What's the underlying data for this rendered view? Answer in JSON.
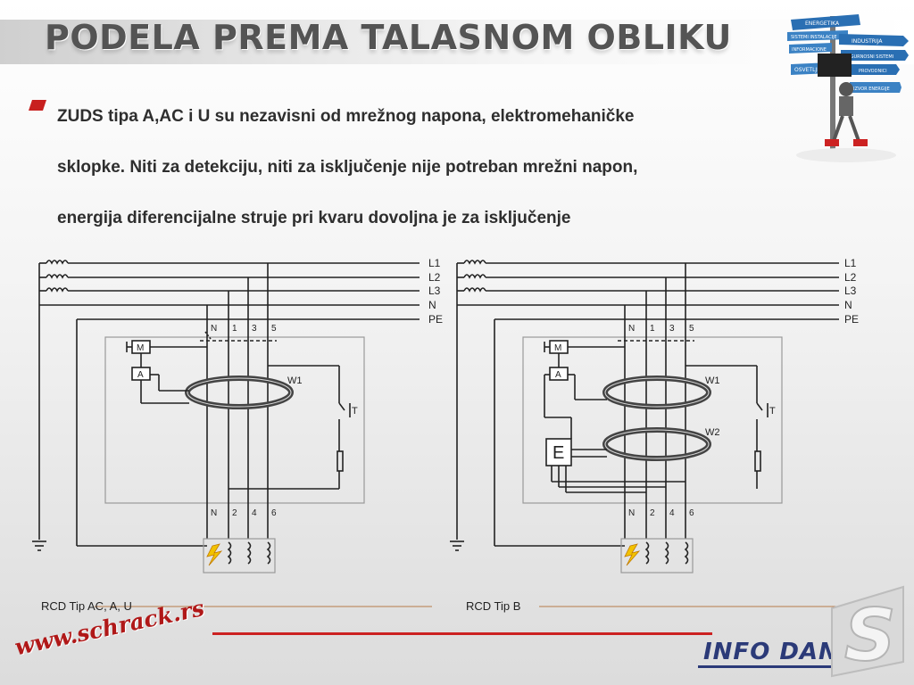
{
  "slide": {
    "title": "PODELA PREMA TALASNOM OBLIKU",
    "bullet_lines": [
      "ZUDS tipa A,AC i U su nezavisni od mrežnog napona, elektromehaničke",
      "sklopke. Niti za detekciju, niti za isključenje nije potreban mrežni napon,",
      "energija diferencijalne struje pri kvaru dovoljna je za isključenje"
    ]
  },
  "diagram_left": {
    "lines": [
      "L1",
      "L2",
      "L3",
      "N",
      "PE"
    ],
    "top_terminals": [
      "N",
      "1",
      "3",
      "5"
    ],
    "bottom_terminals": [
      "N",
      "2",
      "4",
      "6"
    ],
    "motor": "M",
    "amp": "A",
    "coil": "W1",
    "test": "T",
    "caption": "RCD Tip AC, A, U"
  },
  "diagram_right": {
    "lines": [
      "L1",
      "L2",
      "L3",
      "N",
      "PE"
    ],
    "top_terminals": [
      "N",
      "1",
      "3",
      "5"
    ],
    "bottom_terminals": [
      "N",
      "2",
      "4",
      "6"
    ],
    "motor": "M",
    "amp": "A",
    "electronics": "E",
    "coil1": "W1",
    "coil2": "W2",
    "test": "T",
    "caption": "RCD Tip B"
  },
  "signpost": [
    "ENERGETIKA",
    "SISTEMI INSTALACIJE",
    "INDUSTRIJA",
    "INFORMACIONE",
    "SIGURNOSNI SISTEMI",
    "OSVETLJENJE",
    "PROVODNICI",
    "IZVOR ENERGIJE"
  ],
  "footer": {
    "website": "www.schrack.rs",
    "event": "INFO DANI",
    "logo": "S"
  },
  "colors": {
    "title": "#545454",
    "accent_red": "#cc2222",
    "brand_blue": "#2b3a78"
  }
}
